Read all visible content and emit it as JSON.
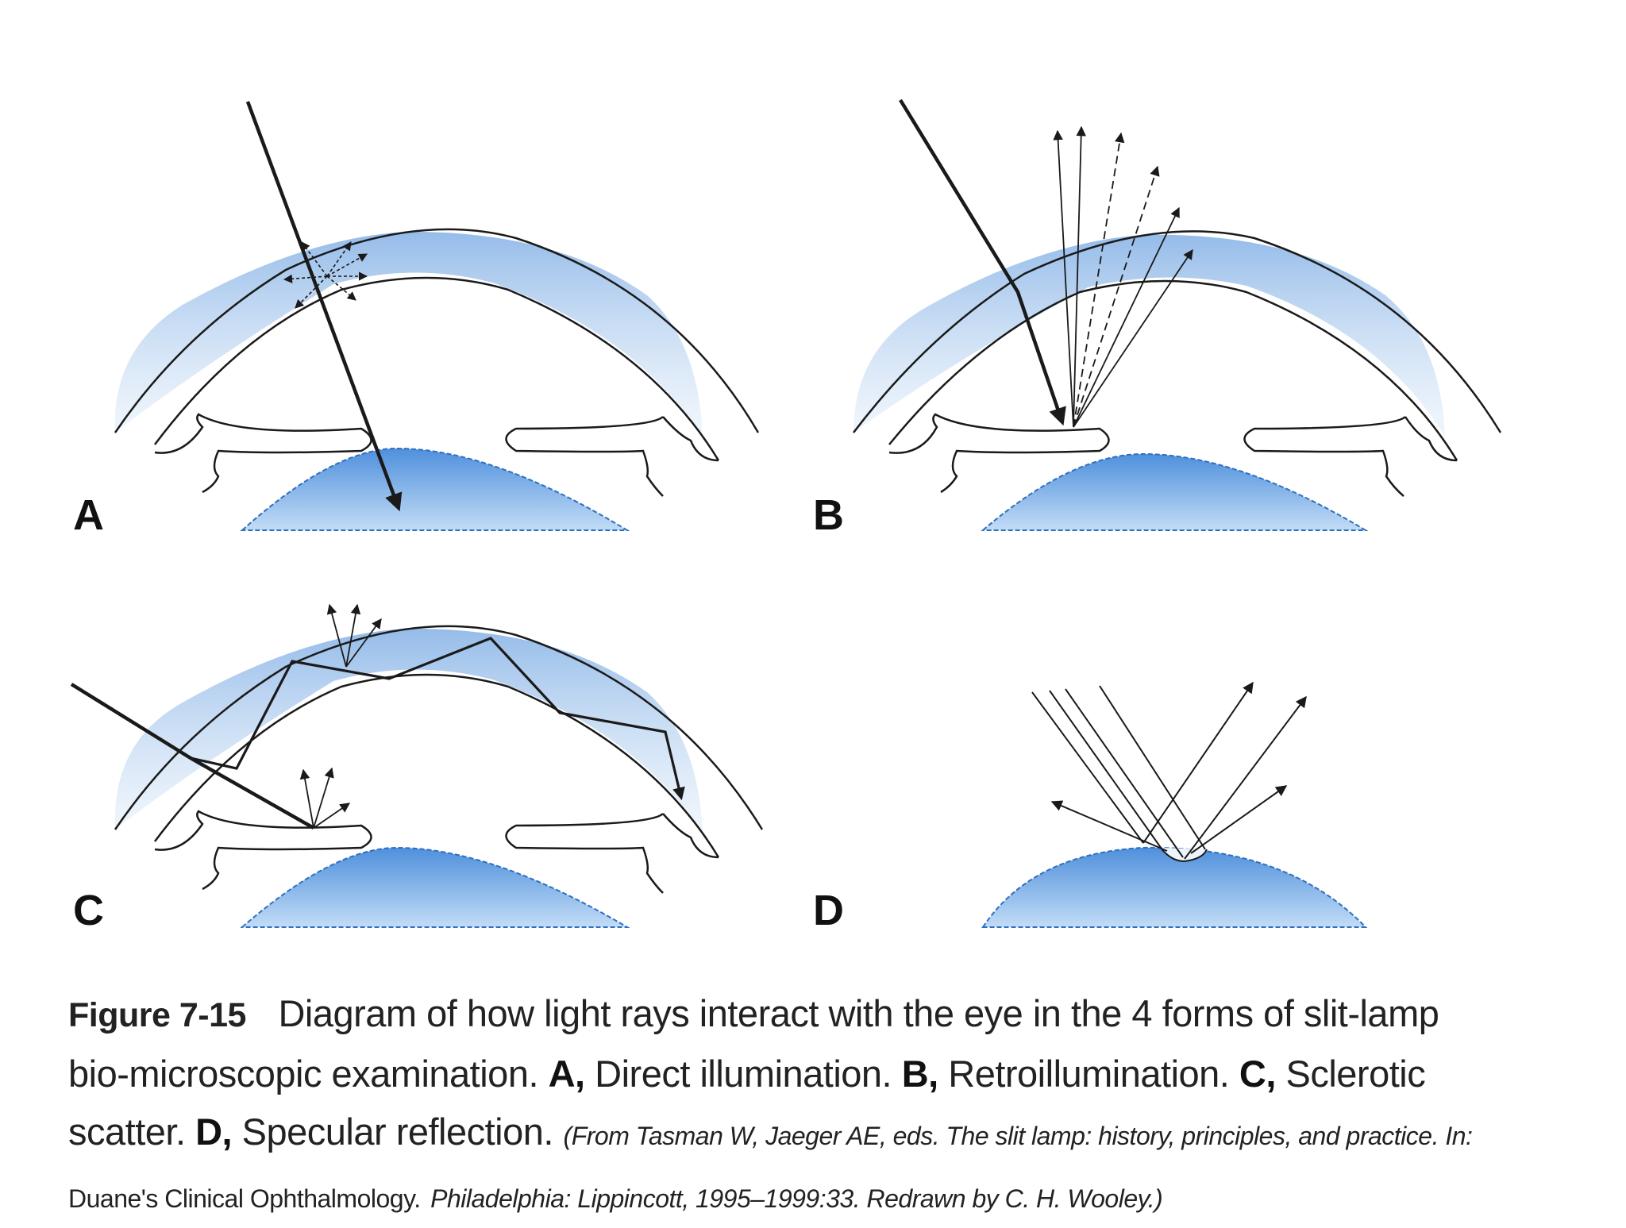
{
  "panels": [
    {
      "id": "A",
      "label": "A"
    },
    {
      "id": "B",
      "label": "B"
    },
    {
      "id": "C",
      "label": "C"
    },
    {
      "id": "D",
      "label": "D"
    }
  ],
  "caption": {
    "figure_number": "Figure 7-15",
    "text": "Diagram of how light rays interact with the eye in the 4 forms of slit-lamp bio-microscopic examination.",
    "items": [
      {
        "letter": "A,",
        "desc": "Direct illumination."
      },
      {
        "letter": "B,",
        "desc": "Retroillumination."
      },
      {
        "letter": "C,",
        "desc": "Sclerotic scatter."
      },
      {
        "letter": "D,",
        "desc": "Specular reflection."
      }
    ],
    "source_italic_1": "(From Tasman W, Jaeger AE, eds. The slit lamp: history, principles, and practice. In:",
    "source_plain_1": "Duane's Clinical Ophthalmology.",
    "source_italic_2": "Philadelphia: Lippincott, 1995–1999:33. Redrawn by C. H. Wooley.)"
  },
  "colors": {
    "cornea_fill": "#9cc3ec",
    "lens_fill": "#5b9be0",
    "line": "#1a1a1a"
  }
}
